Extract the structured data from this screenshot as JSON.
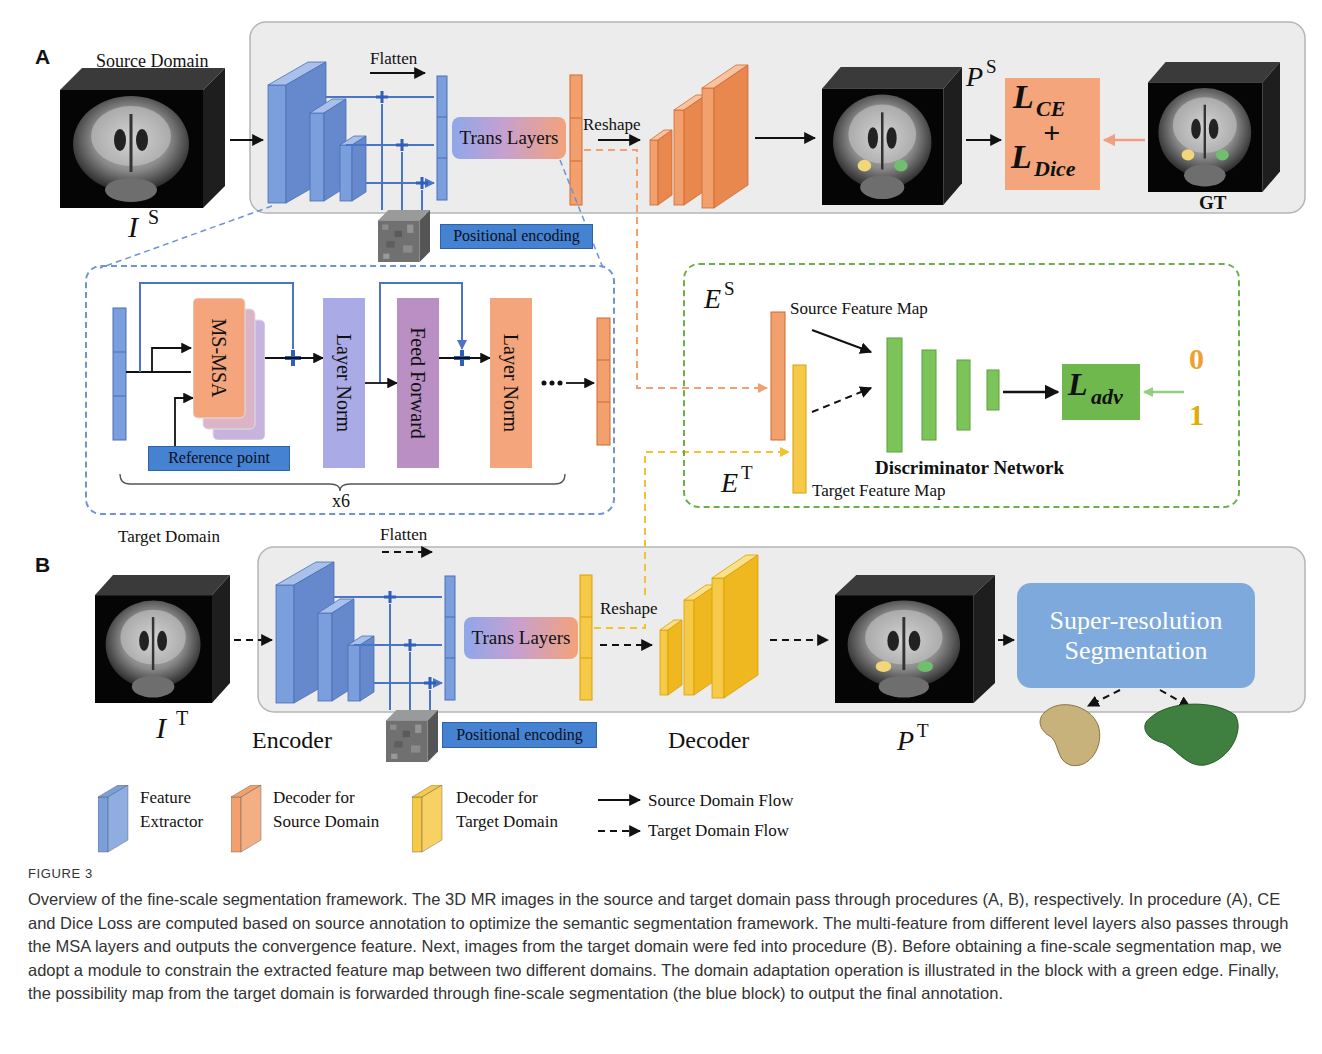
{
  "diagram": {
    "title": "FIGURE 3",
    "caption": "Overview of the fine-scale segmentation framework. The 3D MR images in the source and target domain pass through procedures (A, B), respectively. In procedure (A), CE and Dice Loss are computed based on source annotation to optimize the semantic segmentation framework. The multi-feature from different level layers also passes through the MSA layers and outputs the convergence feature. Next, images from the target domain were fed into procedure (B). Before obtaining a fine-scale segmentation map, we adopt a module to constrain the extracted feature map between two different domains. The domain adaptation operation is illustrated in the block with a green edge. Finally, the possibility map from the target domain is forwarded through fine-scale segmentation (the blue block) to output the final annotation.",
    "nodes": [
      {
        "text": [
          "Trans Layers"
        ]
      },
      {
        "text": [
          "Positional encoding"
        ]
      },
      {
        "text": [
          "L",
          "CE",
          "+",
          "L",
          "Dice"
        ]
      },
      {
        "text": [
          "x6"
        ]
      },
      {
        "text": [
          "MS-MSA"
        ],
        "in": 3
      },
      {
        "text": [
          "Layer Norm"
        ],
        "in": 3
      },
      {
        "text": [
          "Feed Forward"
        ],
        "in": 3
      },
      {
        "text": [
          "Layer Norm"
        ],
        "in": 3
      },
      {
        "text": [
          "Reference point"
        ],
        "in": 3
      },
      {
        "text": [
          "Discriminator Network"
        ]
      },
      {
        "text": [
          "L",
          "adv"
        ],
        "in": 9
      },
      {
        "text": [
          "Trans Layers"
        ]
      },
      {
        "text": [
          "Positional encoding"
        ]
      },
      {
        "text": [
          "Super-resolution Segmentation"
        ]
      }
    ],
    "edges": [
      {
        "from": 4,
        "to": 5,
        "arrow": "to"
      },
      {
        "from": 5,
        "to": 6,
        "arrow": "to"
      },
      {
        "from": 6,
        "to": 7,
        "arrow": "to"
      },
      {
        "from": 8,
        "to": 4,
        "arrow": "to"
      }
    ],
    "labels": [
      "A",
      "Source Domain",
      "I",
      "S",
      "Flatten",
      "Reshape",
      "P",
      "S",
      "GT",
      "E",
      "S",
      "Source Feature Map",
      "E",
      "T",
      "Target Feature Map",
      "0",
      "1",
      "B",
      "Target Domain",
      "Flatten",
      "Reshape",
      "I",
      "T",
      "Encoder",
      "Decoder",
      "P",
      "T"
    ],
    "legend": [
      {
        "text": "Feature Extractor",
        "color": "#7b9fdc"
      },
      {
        "text": "Decoder for Source Domain",
        "color": "#f2a06e"
      },
      {
        "text": "Decoder for Target Domain",
        "color": "#f7c948"
      },
      {
        "text": "Source Domain Flow"
      },
      {
        "text": "Target Domain Flow"
      }
    ]
  }
}
